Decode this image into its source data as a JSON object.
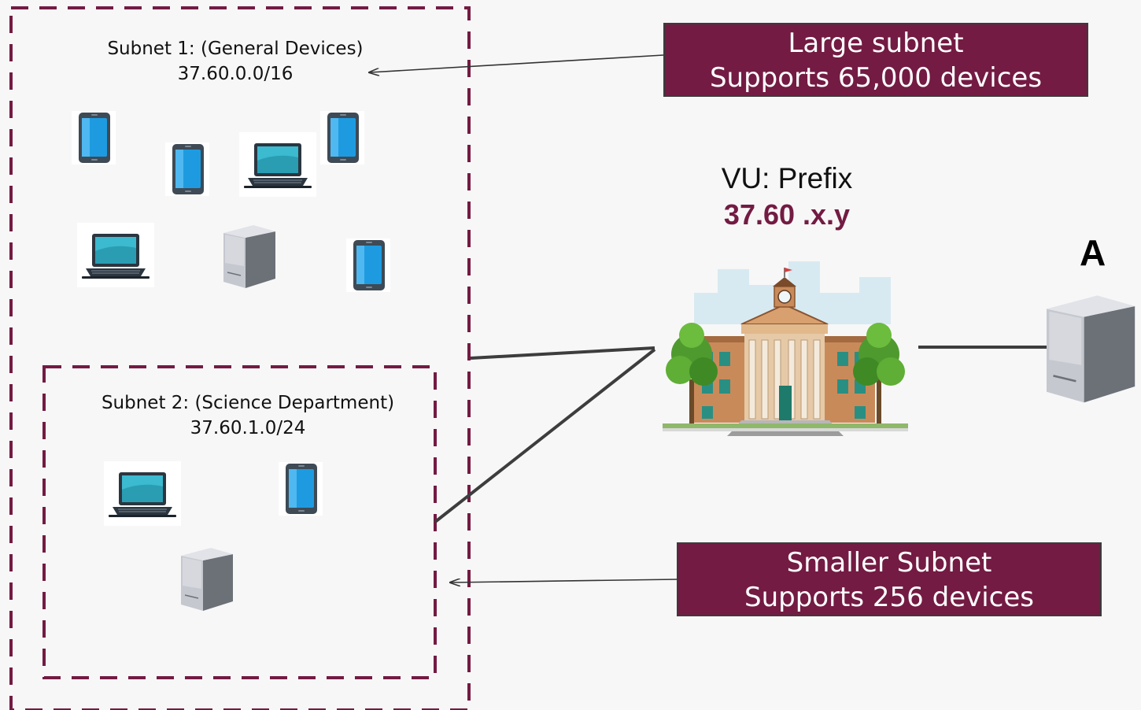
{
  "subnet1": {
    "title": "Subnet 1: (General Devices)",
    "cidr": "37.60.0.0/16"
  },
  "subnet2": {
    "title": "Subnet 2: (Science Department)",
    "cidr": "37.60.1.0/24"
  },
  "callout_large": {
    "line1": "Large subnet",
    "line2": "Supports 65,000 devices"
  },
  "callout_small": {
    "line1": "Smaller Subnet",
    "line2": "Supports 256 devices"
  },
  "prefix": {
    "label": "VU: Prefix",
    "value": "37.60 .x.y"
  },
  "server_label": "A",
  "colors": {
    "accent": "#731b43",
    "tablet": "#1e9be0",
    "laptop": "#3bbad0"
  },
  "icons": [
    "tablet-icon",
    "laptop-icon",
    "server-icon",
    "school-building-icon"
  ]
}
